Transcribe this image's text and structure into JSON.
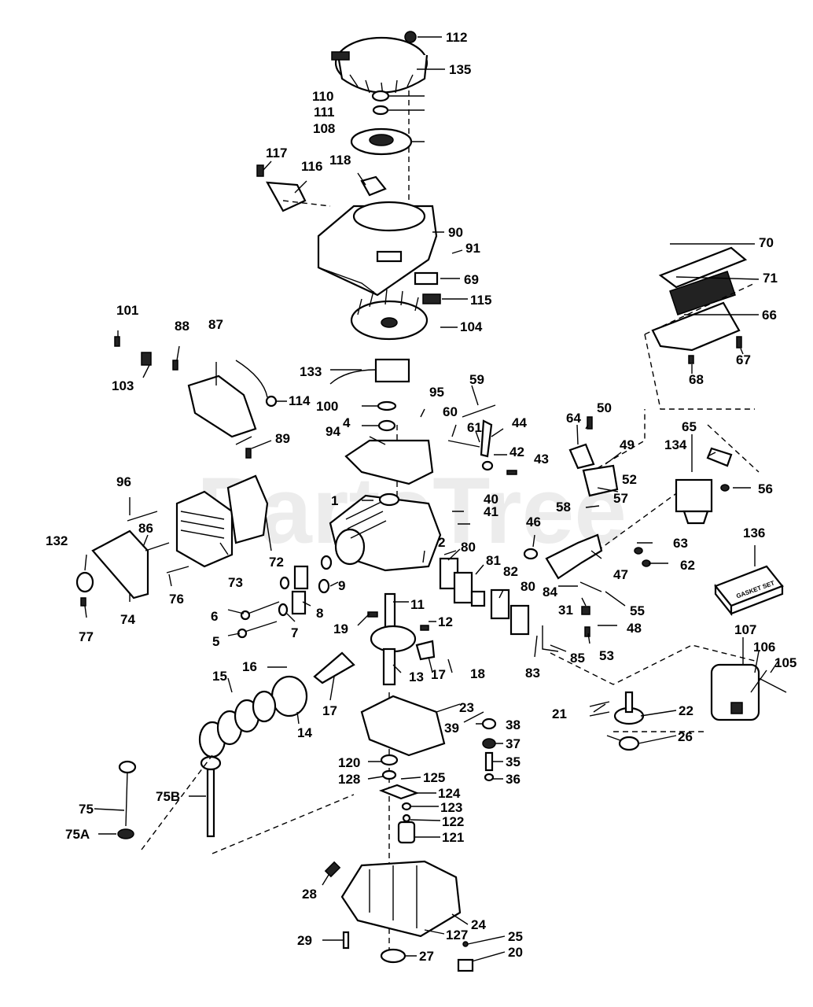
{
  "watermark": "PartsTree",
  "labels": {
    "l112": "112",
    "l135": "135",
    "l110": "110",
    "l111": "111",
    "l108": "108",
    "l117": "117",
    "l116": "116",
    "l118": "118",
    "l90": "90",
    "l91": "91",
    "l70": "70",
    "l71": "71",
    "l69": "69",
    "l115": "115",
    "l66": "66",
    "l101": "101",
    "l88": "88",
    "l87": "87",
    "l104": "104",
    "l103": "103",
    "l133": "133",
    "l67": "67",
    "l68": "68",
    "l114": "114",
    "l100": "100",
    "l95": "95",
    "l59": "59",
    "l64": "64",
    "l50": "50",
    "l4": "4",
    "l94": "94",
    "l60": "60",
    "l61": "61",
    "l44": "44",
    "l49": "49",
    "l65": "65",
    "l134": "134",
    "l89": "89",
    "l42": "42",
    "l43": "43",
    "l96": "96",
    "l52": "52",
    "l56": "56",
    "l1": "1",
    "l40": "40",
    "l57": "57",
    "l58": "58",
    "l41": "41",
    "l46": "46",
    "l72": "72",
    "l86": "86",
    "l132": "132",
    "l2": "2",
    "l80": "80",
    "l136": "136",
    "l63": "63",
    "l81": "81",
    "l62": "62",
    "l73": "73",
    "l82": "82",
    "l80b": "80",
    "l47": "47",
    "l9": "9",
    "l84": "84",
    "l76": "76",
    "l6": "6",
    "l8": "8",
    "l31": "31",
    "l55": "55",
    "l11": "11",
    "l77": "77",
    "l74": "74",
    "l19": "19",
    "l48": "48",
    "l7": "7",
    "l5": "5",
    "l12": "12",
    "l107": "107",
    "l53": "53",
    "l106": "106",
    "l83": "83",
    "l85": "85",
    "l105": "105",
    "l16": "16",
    "l15": "15",
    "l13": "13",
    "l17a": "17",
    "l18": "18",
    "l17b": "17",
    "l21": "21",
    "l22": "22",
    "l23": "23",
    "l39": "39",
    "l38": "38",
    "l14": "14",
    "l26": "26",
    "l37": "37",
    "l35": "35",
    "l120": "120",
    "l128": "128",
    "l125": "125",
    "l36": "36",
    "l75": "75",
    "l75B": "75B",
    "l124": "124",
    "l123": "123",
    "l122": "122",
    "l75A": "75A",
    "l121": "121",
    "l28": "28",
    "l24": "24",
    "l127": "127",
    "l25": "25",
    "l29": "29",
    "l27": "27",
    "l20": "20"
  },
  "gasket_box_text": "GASKET SET"
}
